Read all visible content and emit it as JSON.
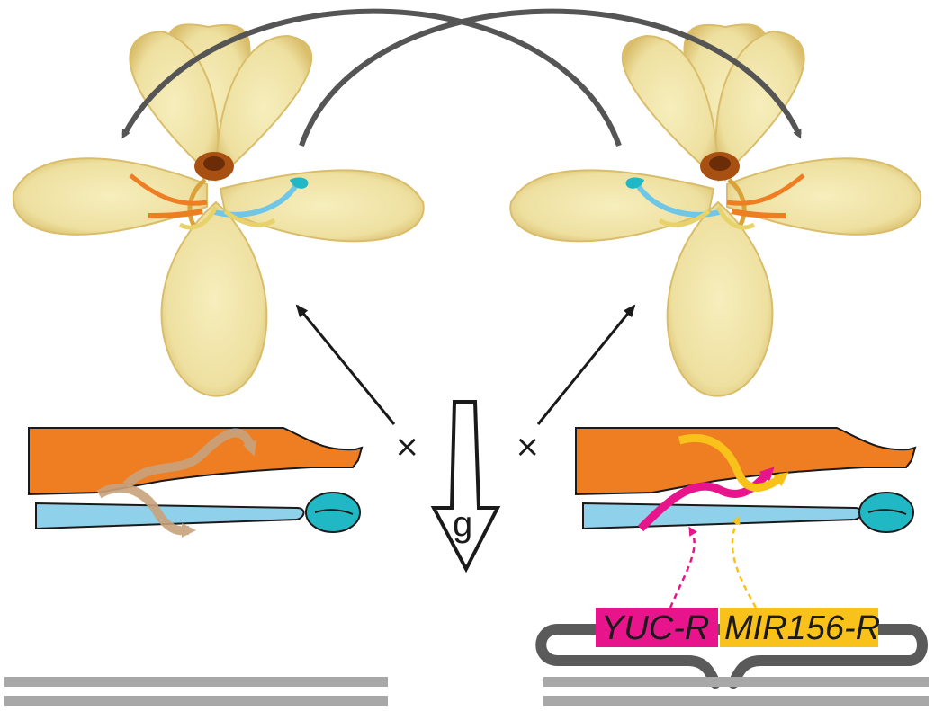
{
  "labels": {
    "cross_left": "×",
    "cross_right": "×",
    "gravity": "g",
    "gene_yuc": "YUC-R",
    "gene_mir": "MIR156-R"
  },
  "colors": {
    "petal": "#f1e6a8",
    "petal_edge": "#d6b45a",
    "style_orange": "#ef7d22",
    "stamen_blue": "#8fd0ea",
    "anther_teal": "#1fb8c4",
    "yuc_magenta": "#e8148c",
    "mir_yellow": "#f9c21a",
    "auxin_tan": "#c9a27c",
    "arrow_grey": "#555555",
    "chromosome": "#5a5a5a",
    "bar_grey": "#a8a8a8"
  },
  "icons": {
    "reciprocal_arrows": "curved-swap-arrows",
    "gravity_arrow": "hollow-down-arrow"
  }
}
